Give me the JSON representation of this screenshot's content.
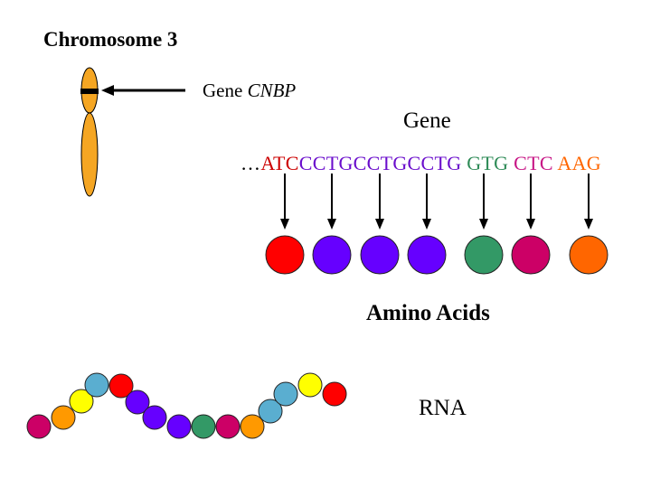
{
  "title": "Chromosome 3",
  "gene_label": {
    "prefix": "Gene ",
    "name": "CNBP"
  },
  "gene_heading": "Gene",
  "sequence": {
    "prefix": "…",
    "segments": [
      {
        "text": "ATC",
        "color": "#cc0000"
      },
      {
        "text": "CCT",
        "color": "#6a0dcc"
      },
      {
        "text": "GCC",
        "color": "#6a0dcc"
      },
      {
        "text": "TGC",
        "color": "#6a0dcc"
      },
      {
        "text": "CTG",
        "color": "#6a0dcc"
      },
      {
        "text": " GTG",
        "color": "#2e8b57"
      },
      {
        "text": " CTC",
        "color": "#c71585"
      },
      {
        "text": " AAG",
        "color": "#ff6600"
      }
    ]
  },
  "amino_acids": {
    "label": "Amino Acids",
    "colors": [
      "#ff0000",
      "#6600ff",
      "#6600ff",
      "#6600ff",
      "#339966",
      "#cc0066",
      "#ff6600"
    ]
  },
  "rna": {
    "label": "RNA",
    "colors": [
      "#cc0066",
      "#ff9900",
      "#ffff00",
      "#5aaed0",
      "#ff0000",
      "#6600ff",
      "#6600ff",
      "#6600ff",
      "#339966",
      "#cc0066",
      "#ff9900",
      "#5aaed0",
      "#5aaed0",
      "#ffff00",
      "#ff0000"
    ]
  },
  "colors": {
    "chromosome": "#f5a623",
    "arrow": "#000000"
  }
}
